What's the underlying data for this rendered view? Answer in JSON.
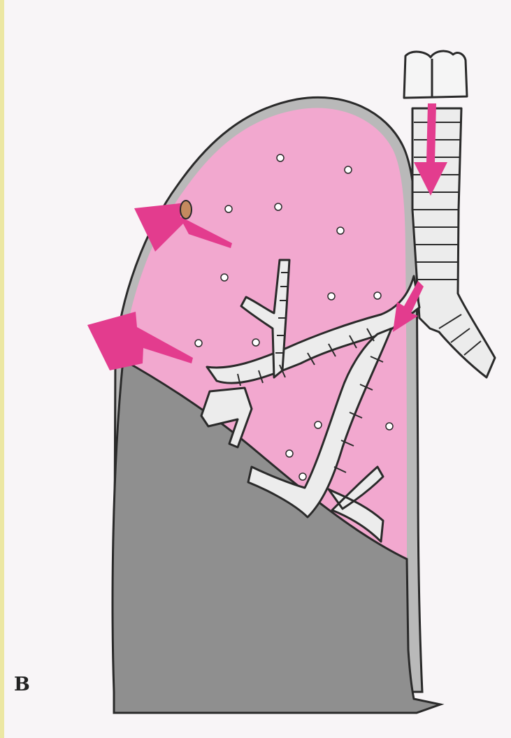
{
  "figure": {
    "panel_label": "B",
    "parts": [
      "trachea",
      "main-bronchus",
      "bronchial-tree",
      "aerated-lung-region",
      "collapsed-lung-region",
      "pleura-outline",
      "air-arrows"
    ]
  },
  "colors": {
    "page": "#f8f5f7",
    "aerated_lung": "#f2a8cf",
    "collapsed_lung": "#8f8f8f",
    "pleura": "#b9b9b9",
    "outline": "#2a2a2a",
    "arrow": "#e33c8e",
    "bronchus_fill": "#ececec"
  }
}
